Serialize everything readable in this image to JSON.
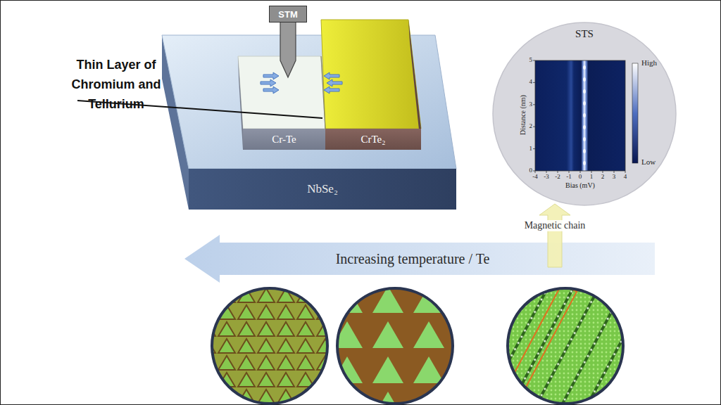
{
  "diagram": {
    "nodes": [
      {
        "text": [
          "STM"
        ]
      },
      {
        "text": [
          "Cr-Te"
        ]
      },
      {
        "text": [
          "CrTe₂"
        ]
      },
      {
        "text": [
          "NbSe₂"
        ]
      },
      {
        "text": [
          "STS"
        ]
      },
      {
        "text": [
          "Increasing temperature / Te"
        ]
      }
    ],
    "labels": [
      "Thin Layer of Chromium and Tellurium",
      "High",
      "Low",
      "Distance (nm)",
      "5",
      "4",
      "3",
      "2",
      "1",
      "0",
      "-4",
      "-3",
      "-2",
      "-1",
      "0",
      "1",
      "2",
      "3",
      "4",
      "Bias (mV)",
      "Magnetic chain"
    ]
  }
}
